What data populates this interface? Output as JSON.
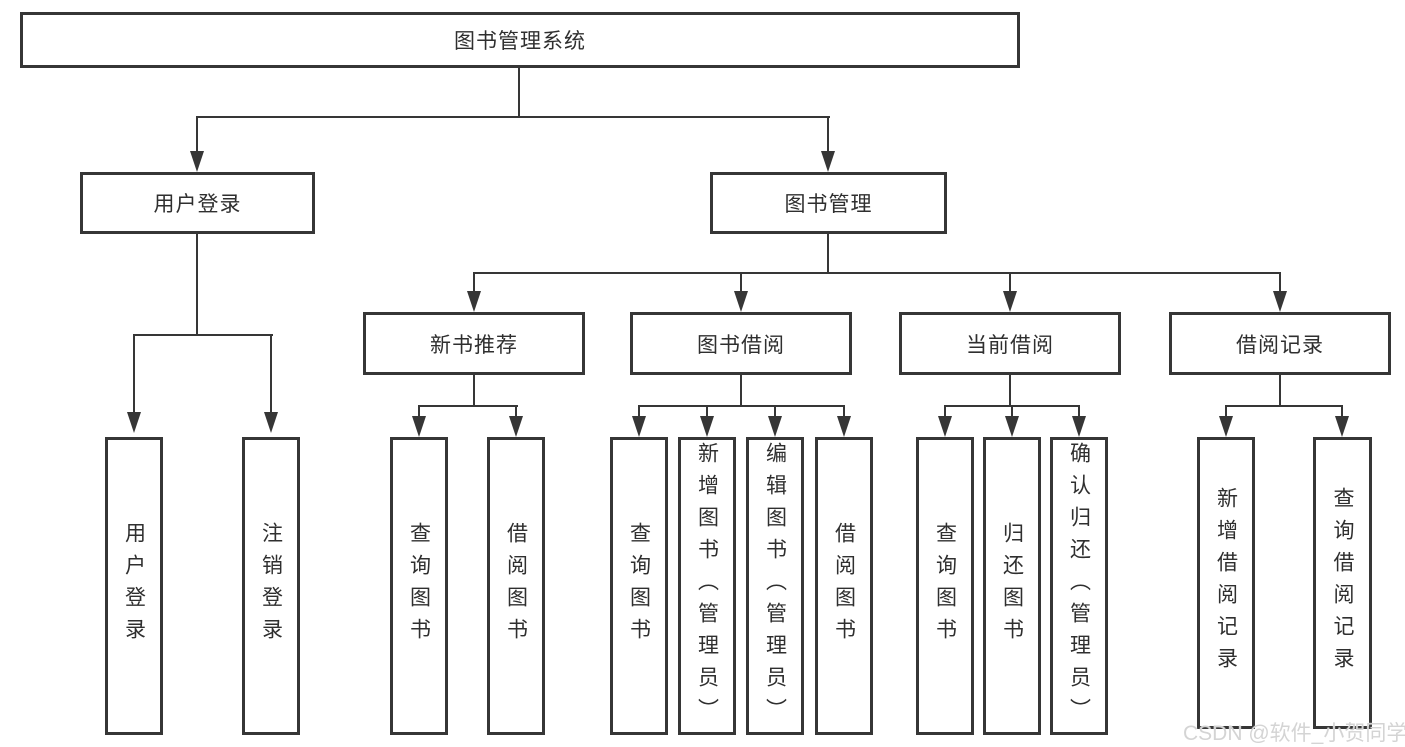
{
  "tree": {
    "root": {
      "label": "图书管理系统"
    },
    "branches": [
      {
        "label": "用户登录",
        "leaves": [
          "用户登录",
          "注销登录"
        ]
      },
      {
        "label": "图书管理"
      }
    ],
    "modules": [
      {
        "label": "新书推荐",
        "leaves": [
          "查询图书",
          "借阅图书"
        ]
      },
      {
        "label": "图书借阅",
        "leaves": [
          "查询图书",
          "新增图书（管理员）",
          "编辑图书（管理员）",
          "借阅图书"
        ]
      },
      {
        "label": "当前借阅",
        "leaves": [
          "查询图书",
          "归还图书",
          "确认归还（管理员）"
        ]
      },
      {
        "label": "借阅记录",
        "leaves": [
          "新增借阅记录",
          "查询借阅记录"
        ]
      }
    ]
  },
  "watermark": {
    "text": "CSDN @软件_小贺同学",
    "color": "#d4d4d4"
  },
  "colors": {
    "line": "#363636",
    "box_border": "#363636",
    "box_bg": "#ffffff",
    "text": "#2f2f2f",
    "background": "#ffffff"
  }
}
